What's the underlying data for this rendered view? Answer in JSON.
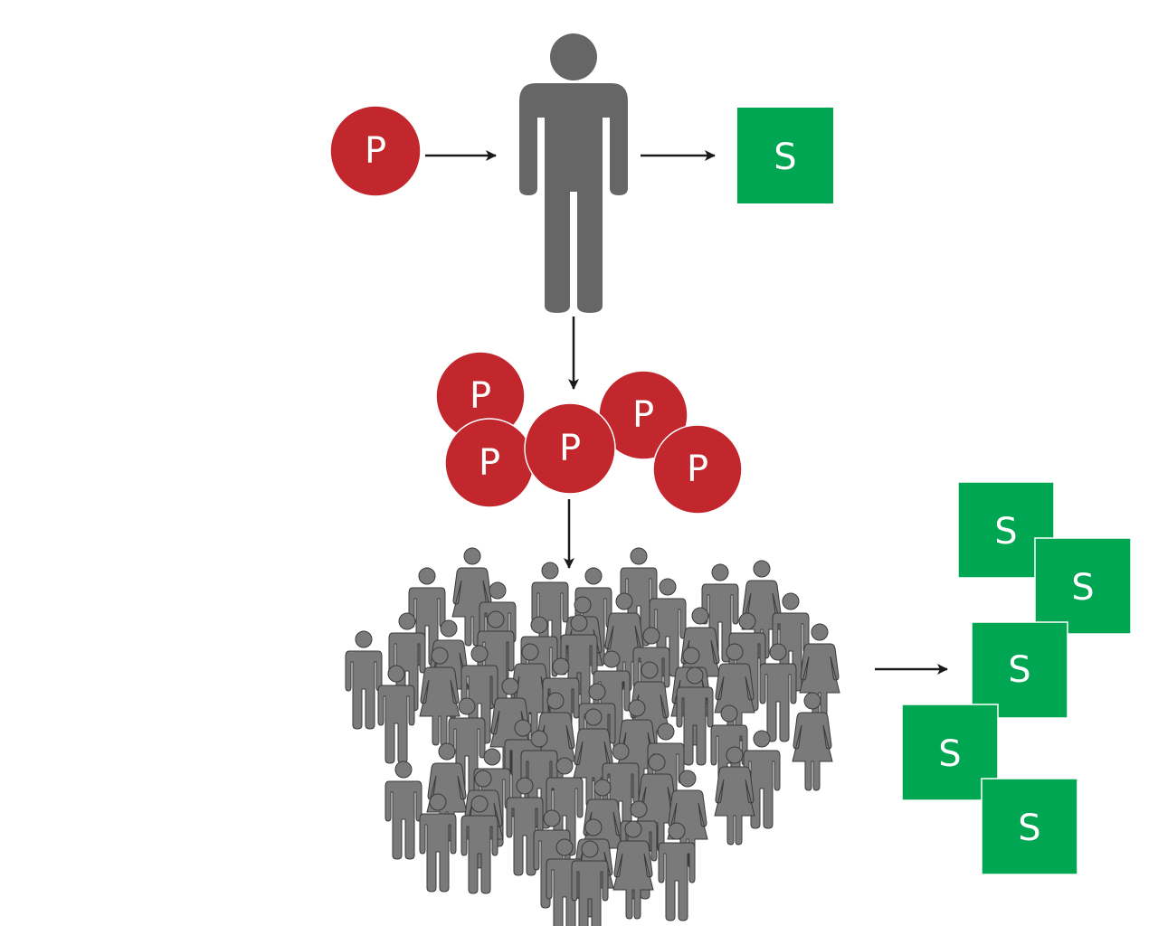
{
  "diagram": {
    "single_input": {
      "label": "P"
    },
    "single_output": {
      "label": "S"
    },
    "many_inputs": [
      {
        "label": "P"
      },
      {
        "label": "P"
      },
      {
        "label": "P"
      },
      {
        "label": "P"
      },
      {
        "label": "P"
      }
    ],
    "many_outputs": [
      {
        "label": "S"
      },
      {
        "label": "S"
      },
      {
        "label": "S"
      },
      {
        "label": "S"
      },
      {
        "label": "S"
      }
    ]
  },
  "colors": {
    "product_circle": "#c1272d",
    "sale_square": "#00a651",
    "person": "#666666",
    "crowd_person": "#7a7a7a",
    "crowd_outline": "#3a3a3a",
    "arrow": "#1a1a1a"
  },
  "icons": {
    "person": "person-icon",
    "crowd": "crowd-icon",
    "arrow": "arrow-icon"
  }
}
